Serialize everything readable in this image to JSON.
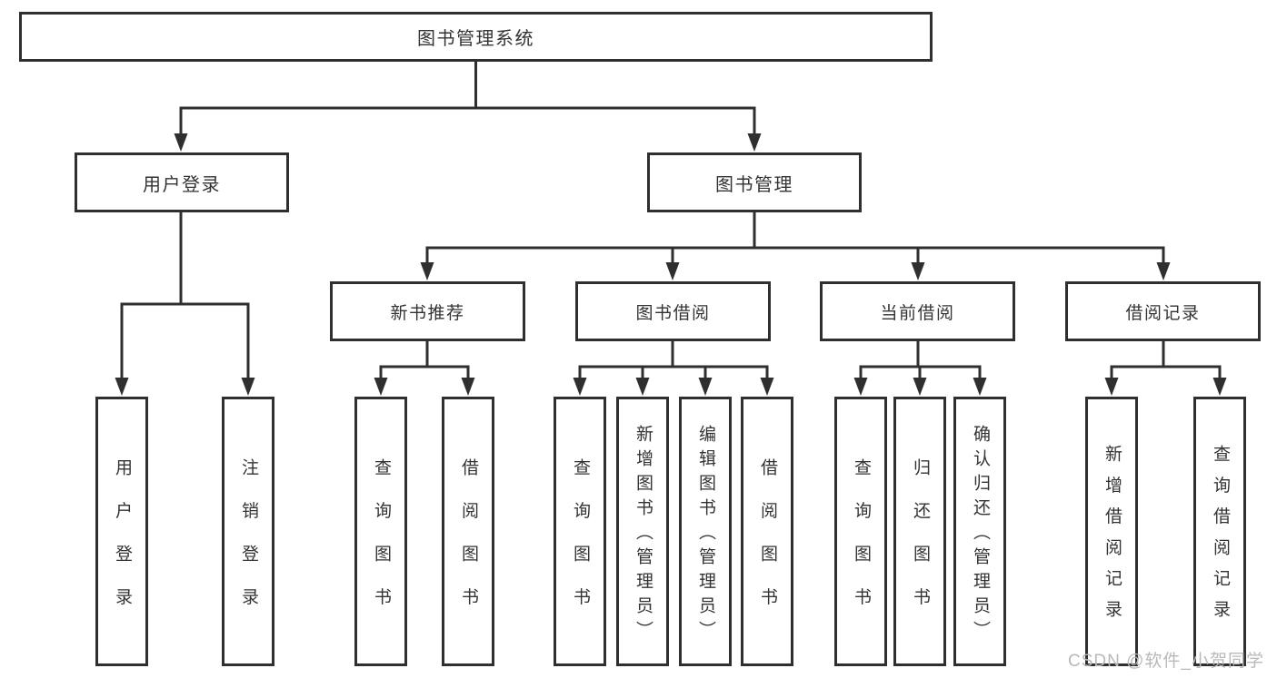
{
  "diagram": {
    "root": {
      "label": "图书管理系统"
    },
    "level1": [
      {
        "label": "用户登录"
      },
      {
        "label": "图书管理"
      }
    ],
    "level2": [
      {
        "label": "新书推荐"
      },
      {
        "label": "图书借阅"
      },
      {
        "label": "当前借阅"
      },
      {
        "label": "借阅记录"
      }
    ],
    "leaves": {
      "user_login": [
        "用户登录",
        "注销登录"
      ],
      "new_book": [
        "查询图书",
        "借阅图书"
      ],
      "book_borrow": [
        "查询图书",
        "新增图书（管理员）",
        "编辑图书（管理员）",
        "借阅图书"
      ],
      "current_borrow": [
        "查询图书",
        "归还图书",
        "确认归还（管理员）"
      ],
      "borrow_record": [
        "新增借阅记录",
        "查询借阅记录"
      ]
    }
  },
  "watermark": {
    "text": "CSDN @软件_小贺同学",
    "color": "#b9b9b9"
  },
  "colors": {
    "line": "#2f2f2f",
    "text": "#333333",
    "background": "#ffffff"
  }
}
